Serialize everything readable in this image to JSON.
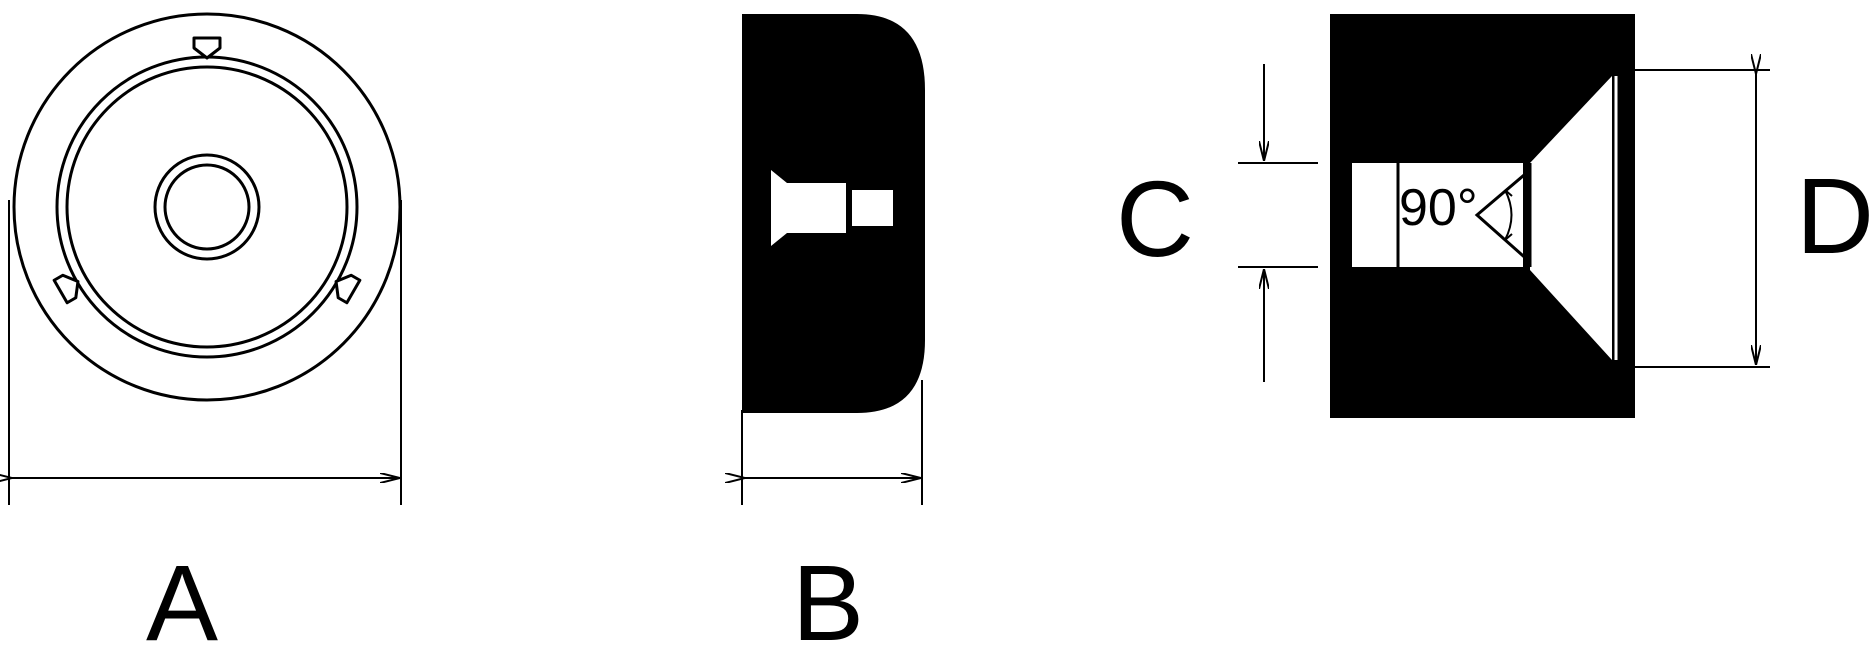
{
  "views": {
    "front": {
      "dimension_label": "A"
    },
    "side": {
      "dimension_label": "B"
    },
    "section": {
      "left_dimension_label": "C",
      "right_dimension_label": "D",
      "angle_label": "90°"
    }
  },
  "colors": {
    "ink": "#000000",
    "paper": "#ffffff"
  }
}
